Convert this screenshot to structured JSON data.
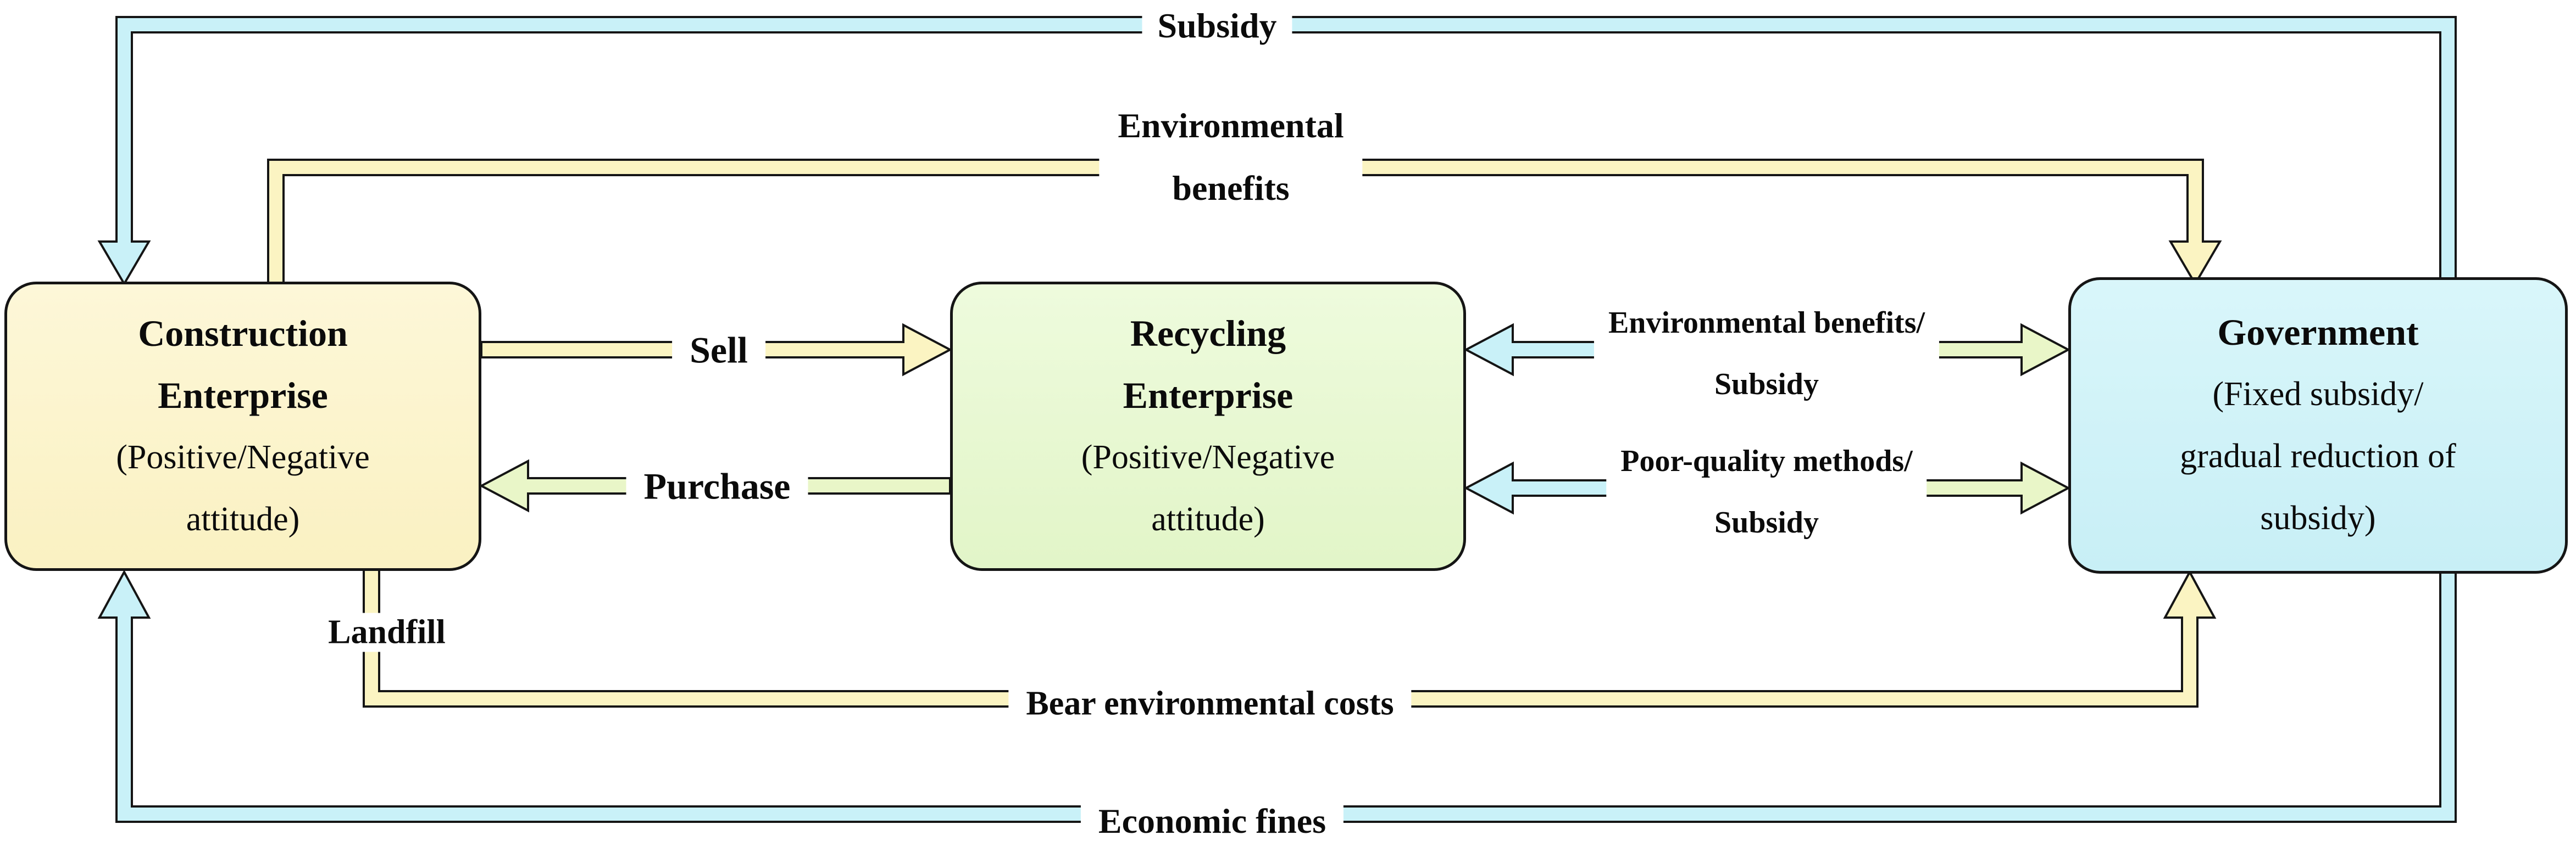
{
  "diagram_title": "",
  "boxes": {
    "construction": {
      "title_lines": [
        "Construction",
        "Enterprise"
      ],
      "subtitle_lines": [
        "(Positive/Negative",
        "attitude)"
      ]
    },
    "recycling": {
      "title_lines": [
        "Recycling",
        "Enterprise"
      ],
      "subtitle_lines": [
        "(Positive/Negative",
        "attitude)"
      ]
    },
    "government": {
      "title_lines": [
        "Government"
      ],
      "subtitle_lines": [
        "(Fixed subsidy/",
        "gradual reduction of",
        "subsidy)"
      ]
    }
  },
  "labels": {
    "subsidy": "Subsidy",
    "environmental_benefits_line1": "Environmental",
    "environmental_benefits_line2": "benefits",
    "sell": "Sell",
    "purchase": "Purchase",
    "env_benefits_subsidy_line1": "Environmental benefits/",
    "env_benefits_subsidy_line2": "Subsidy",
    "poor_quality_line1": "Poor-quality methods/",
    "poor_quality_line2": "Subsidy",
    "landfill": "Landfill",
    "bear_costs": "Bear environmental costs",
    "economic_fines": "Economic fines"
  },
  "colors": {
    "cyan_flow": "#c9f1f8",
    "yellow_flow": "#fbf4c2",
    "green_flow": "#e9f6c8",
    "box_yellow": "#fcf4c9",
    "box_green": "#e7f8d2",
    "box_cyan": "#cff2f8",
    "outline": "#151515"
  }
}
